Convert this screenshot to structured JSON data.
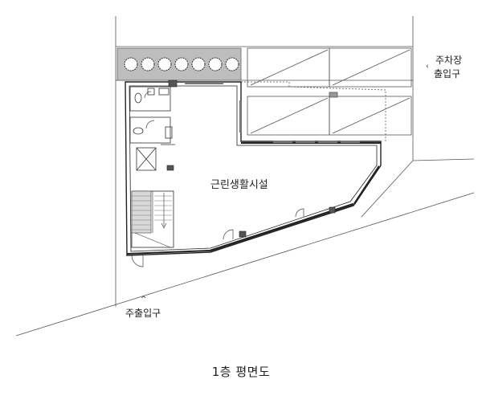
{
  "floor_plan": {
    "room_label": "근린생활시설",
    "parking_entrance": {
      "line1": "주차장",
      "line2": "출입구",
      "arrow": "‹"
    },
    "main_entrance": {
      "label": "주출입구",
      "arrow": "^"
    },
    "caption": "1층 평면도"
  }
}
